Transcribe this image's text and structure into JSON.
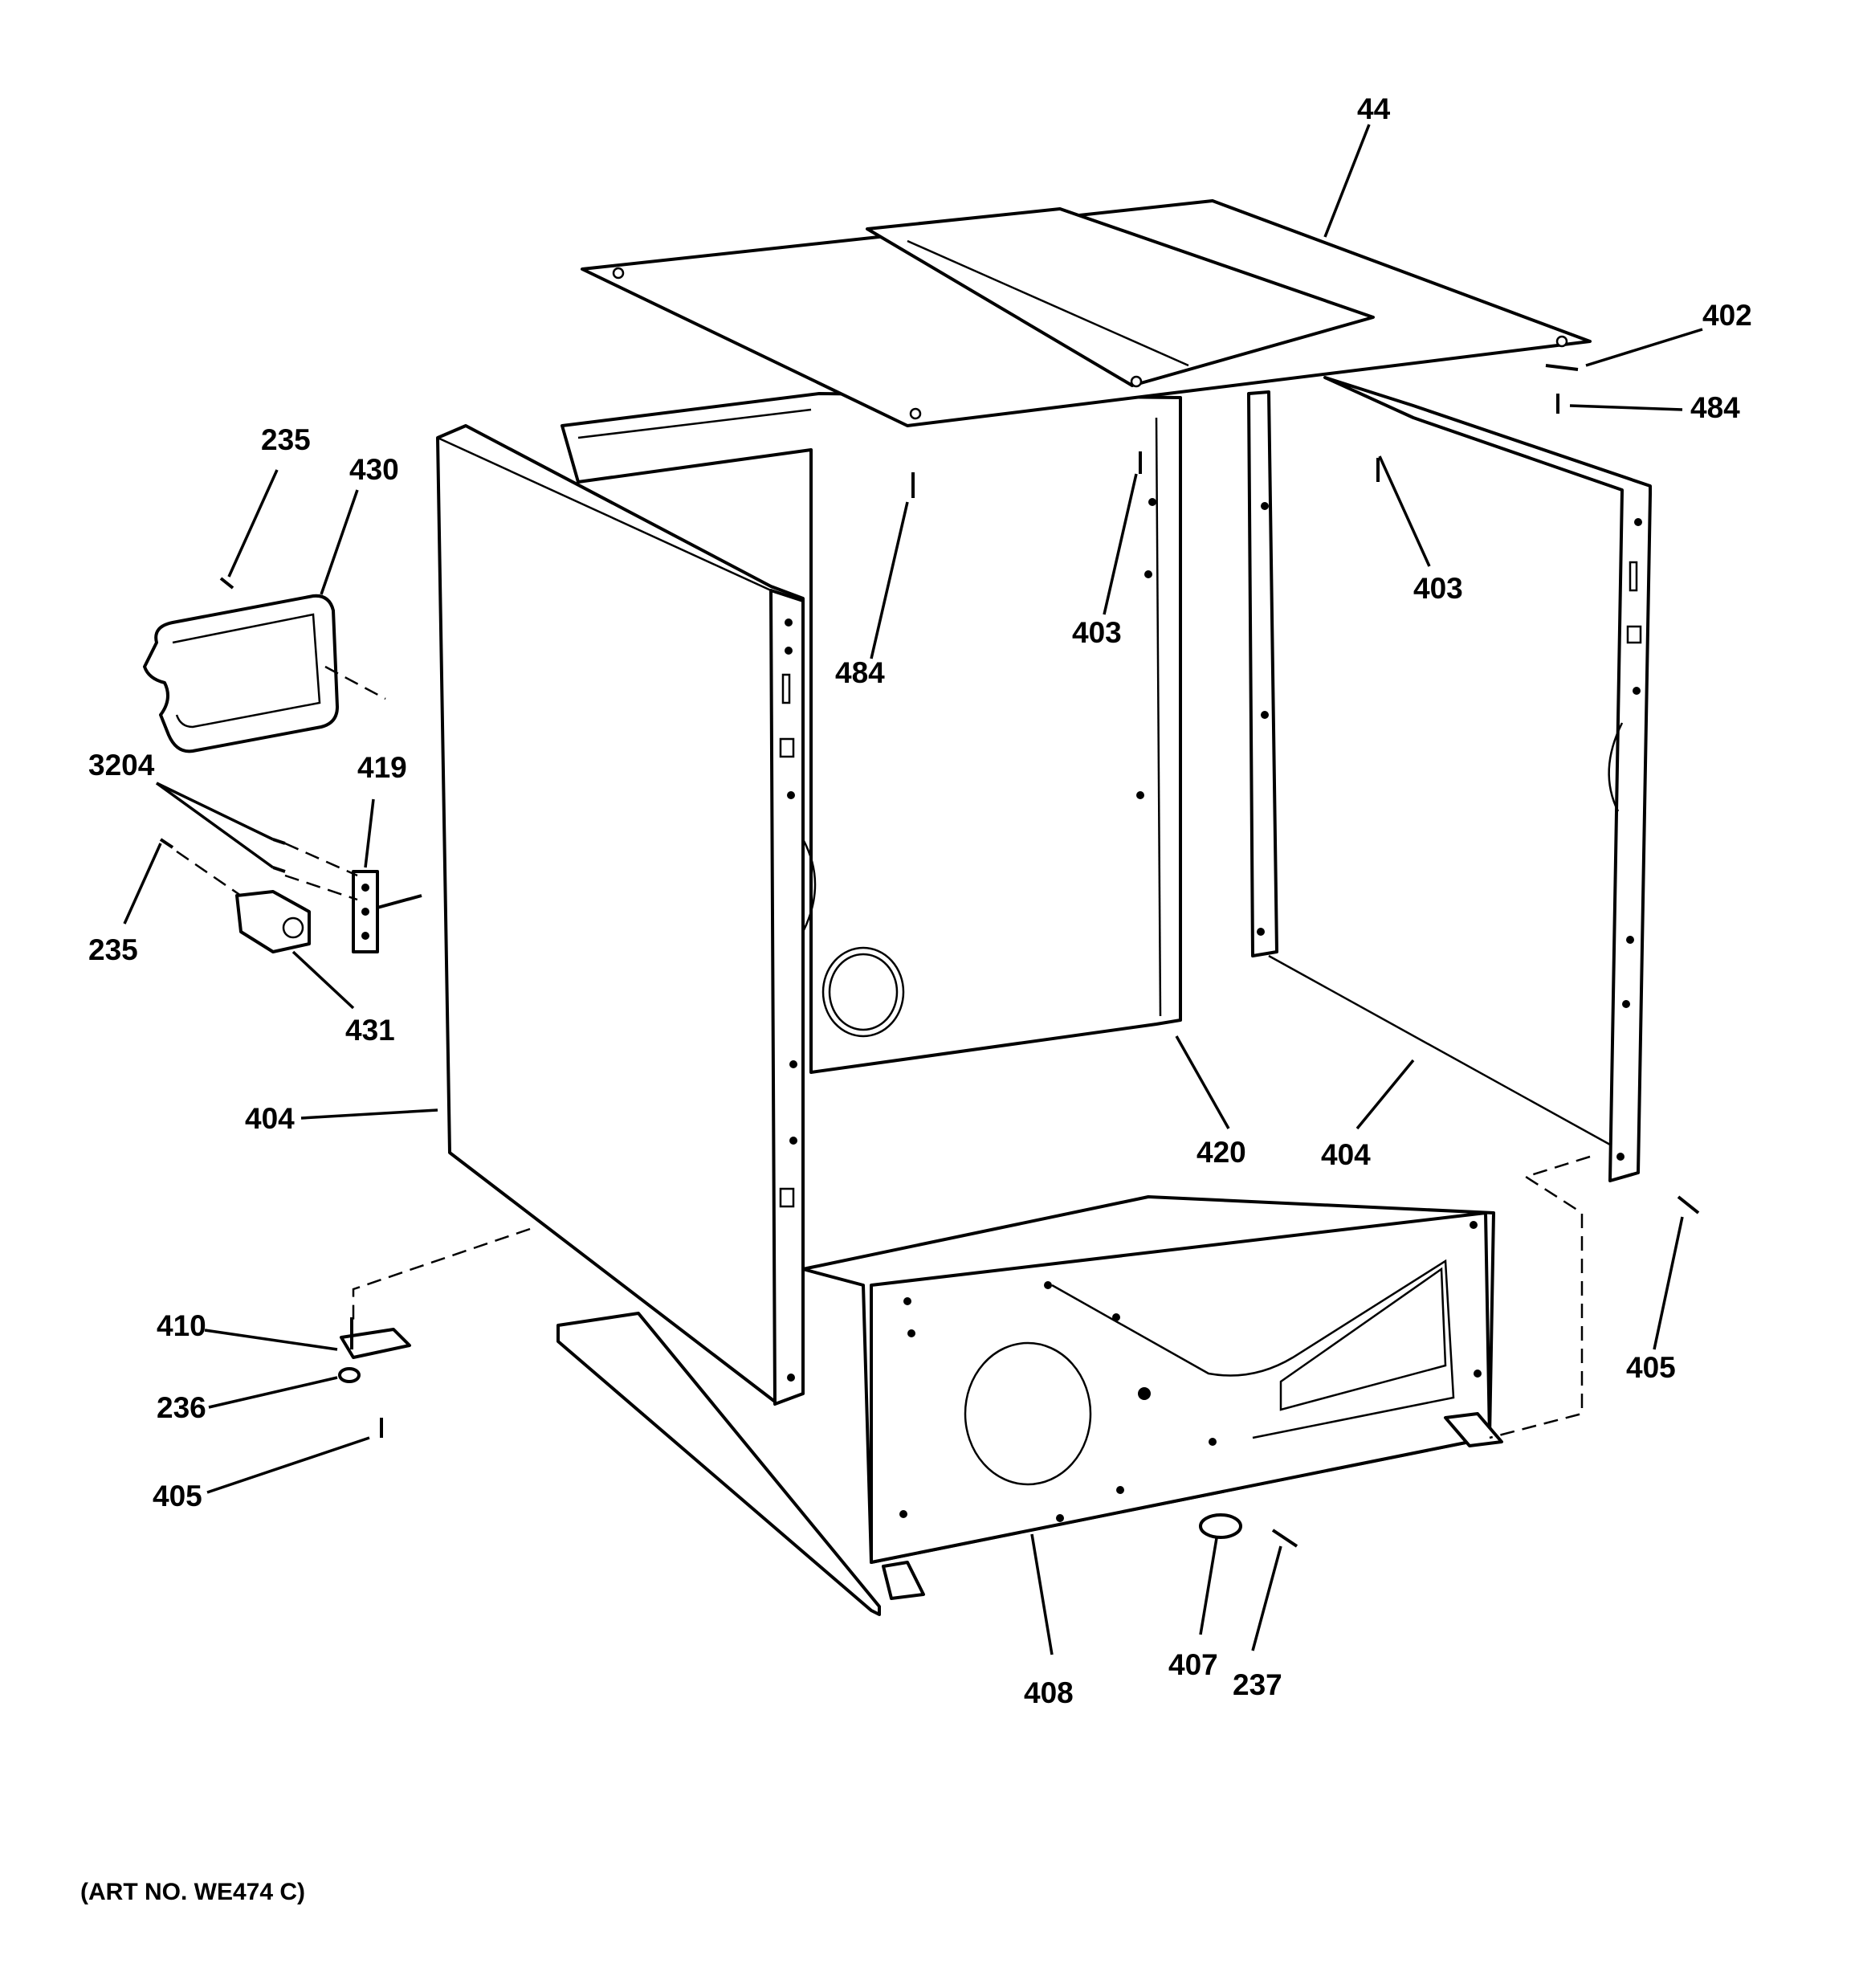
{
  "diagram": {
    "art_number": "(ART NO. WE474 C)",
    "callouts": [
      {
        "id": "44",
        "text": "44"
      },
      {
        "id": "402",
        "text": "402"
      },
      {
        "id": "484-top-right",
        "text": "484"
      },
      {
        "id": "484-center",
        "text": "484"
      },
      {
        "id": "403-center",
        "text": "403"
      },
      {
        "id": "403-right",
        "text": "403"
      },
      {
        "id": "235-top",
        "text": "235"
      },
      {
        "id": "430",
        "text": "430"
      },
      {
        "id": "3204",
        "text": "3204"
      },
      {
        "id": "419",
        "text": "419"
      },
      {
        "id": "235-bottom",
        "text": "235"
      },
      {
        "id": "431",
        "text": "431"
      },
      {
        "id": "404-left",
        "text": "404"
      },
      {
        "id": "420",
        "text": "420"
      },
      {
        "id": "404-right",
        "text": "404"
      },
      {
        "id": "405-right",
        "text": "405"
      },
      {
        "id": "410",
        "text": "410"
      },
      {
        "id": "236",
        "text": "236"
      },
      {
        "id": "405-left",
        "text": "405"
      },
      {
        "id": "408",
        "text": "408"
      },
      {
        "id": "407",
        "text": "407"
      },
      {
        "id": "237",
        "text": "237"
      }
    ]
  }
}
